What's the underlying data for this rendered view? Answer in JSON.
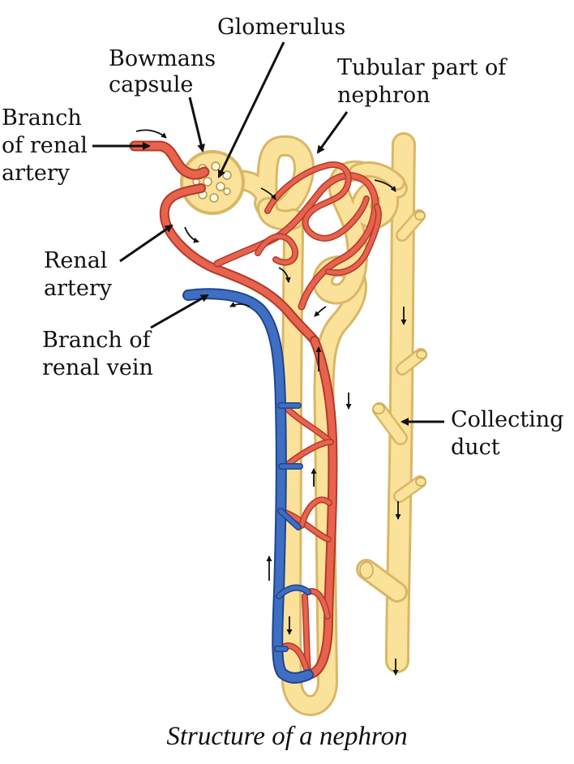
{
  "diagram": {
    "labels": {
      "glomerulus": "Glomerulus",
      "bowmans_line1": "Bowmans",
      "bowmans_line2": "capsule",
      "tubular_line1": "Tubular part of",
      "tubular_line2": "nephron",
      "branch_artery_line1": "Branch",
      "branch_artery_line2": "of renal",
      "branch_artery_line3": "artery",
      "renal_artery_line1": "Renal",
      "renal_artery_line2": "artery",
      "branch_vein_line1": "Branch of",
      "branch_vein_line2": "renal vein",
      "collecting_line1": "Collecting",
      "collecting_line2": "duct"
    },
    "caption": "Structure of a nephron",
    "colors": {
      "tubule_fill": "#fbe29a",
      "tubule_edge": "#d9b766",
      "artery": "#e8634e",
      "artery_edge": "#b23a2a",
      "vein": "#3f6fc2",
      "vein_edge": "#1f4590",
      "arrow": "#111111"
    }
  }
}
